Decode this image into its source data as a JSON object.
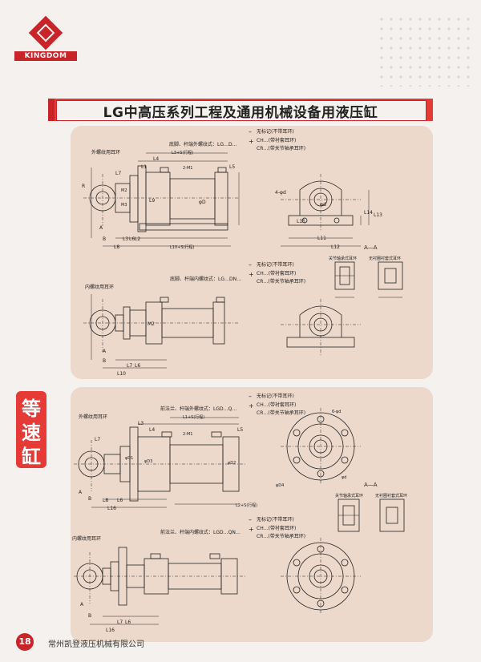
{
  "brand": {
    "name": "KINGDOM",
    "colors": {
      "accent": "#e53a35",
      "dark_red": "#c8242a",
      "panel": "#ecd9cc"
    }
  },
  "title": "LG中高压系列工程及通用机械设备用液压缸",
  "side_label": [
    "等",
    "速",
    "缸"
  ],
  "section1": {
    "variant1": {
      "caption": "底脚、杆端外螺纹式：LG…D…",
      "options": [
        "无标记(不带耳环)",
        "CH…(带衬套耳环)",
        "CR…(带关节轴承耳环)"
      ],
      "ear_label": "外螺纹用耳环",
      "dims": [
        "L4",
        "L3+S(行程)",
        "2-M1",
        "L5",
        "L1",
        "L7",
        "L2",
        "L3",
        "L8",
        "L10+S(行程)",
        "A",
        "B",
        "φD",
        "M2",
        "M3",
        "L9",
        "L6",
        "R",
        "φd",
        "4-φd",
        "L11",
        "L12",
        "L13",
        "L14",
        "L15"
      ]
    },
    "section_mark": "A—A",
    "bearing_labels": [
      "关节轴承式耳环",
      "无衬圈衬套式耳环"
    ],
    "variant2": {
      "caption": "底脚、杆端内螺纹式：LG…DN…",
      "options": [
        "无标记(不带耳环)",
        "CH…(带衬套耳环)",
        "CR…(带关节轴承耳环)"
      ],
      "ear_label": "内螺纹用耳环",
      "dims": [
        "L7",
        "L10",
        "L6",
        "M2",
        "A",
        "B"
      ]
    }
  },
  "section2": {
    "variant1": {
      "caption": "前法兰、杆端外螺纹式：LGD…Q…",
      "options": [
        "无标记(不带耳环)",
        "CH…(带衬套耳环)",
        "CR…(带关节轴承耳环)"
      ],
      "ear_label": "外螺纹用耳环",
      "dims": [
        "L4",
        "L3",
        "L1+S(行程)",
        "2-M1",
        "L5",
        "L7",
        "L6",
        "L8",
        "L16",
        "L2+S(行程)",
        "A",
        "B",
        "φD3",
        "φD1",
        "φD2",
        "φD4",
        "6-φd",
        "φd"
      ]
    },
    "section_mark": "A—A",
    "bearing_labels": [
      "关节轴承式耳环",
      "无衬圈衬套式耳环"
    ],
    "variant2": {
      "caption": "前法兰、杆端内螺纹式：LGD…QN…",
      "options": [
        "无标记(不带耳环)",
        "CH…(带衬套耳环)",
        "CR…(带关节轴承耳环)"
      ],
      "ear_label": "内螺纹用耳环",
      "dims": [
        "L7",
        "L16",
        "L6",
        "A",
        "B"
      ]
    }
  },
  "footer": {
    "page_number": "18",
    "company": "常州凯登液压机械有限公司"
  }
}
